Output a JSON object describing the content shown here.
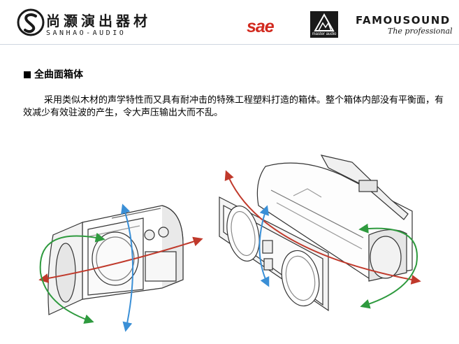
{
  "header": {
    "company_name_cn": "尚灏演出器材",
    "company_name_en": "SANHAO-AUDIO",
    "partner_logos": [
      {
        "name": "sae",
        "text": "sae",
        "color": "#d22a1f"
      },
      {
        "name": "master audio",
        "text": "master audio"
      },
      {
        "name": "famousound",
        "text": "FAMOUSOUND",
        "tagline": "The professional"
      }
    ]
  },
  "section": {
    "title": "全曲面箱体",
    "description": "采用类似木材的声学特性而又具有耐冲击的特殊工程塑料打造的箱体。整个箱体内部没有平衡面，有效减少有效驻波的产生，令大声压输出大而不乱。"
  },
  "colors": {
    "arrow_red": "#c0392b",
    "arrow_green": "#2e9a3e",
    "arrow_blue": "#3a8fd6",
    "sae_red": "#d22a1f"
  }
}
